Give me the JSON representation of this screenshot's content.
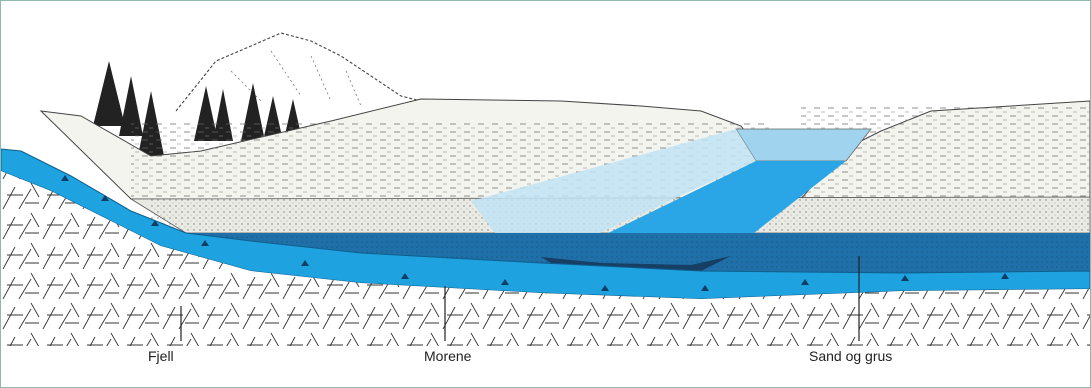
{
  "labels": {
    "fjell": "Fjell",
    "morene": "Morene",
    "sand": "Sand og grus"
  },
  "colors": {
    "frame_border": "#8fb8b0",
    "aquifer_bright": "#1ea3e0",
    "aquifer_dark": "#1f6fa8",
    "aquifer_deep": "#2a5f8f",
    "channel_water": "#2aa6e6",
    "lake_water": "#9fd3ee",
    "bedrock_lines": "#333333",
    "sediment_fill": "#f4f4ee",
    "sand_fill": "#eaeae4"
  }
}
